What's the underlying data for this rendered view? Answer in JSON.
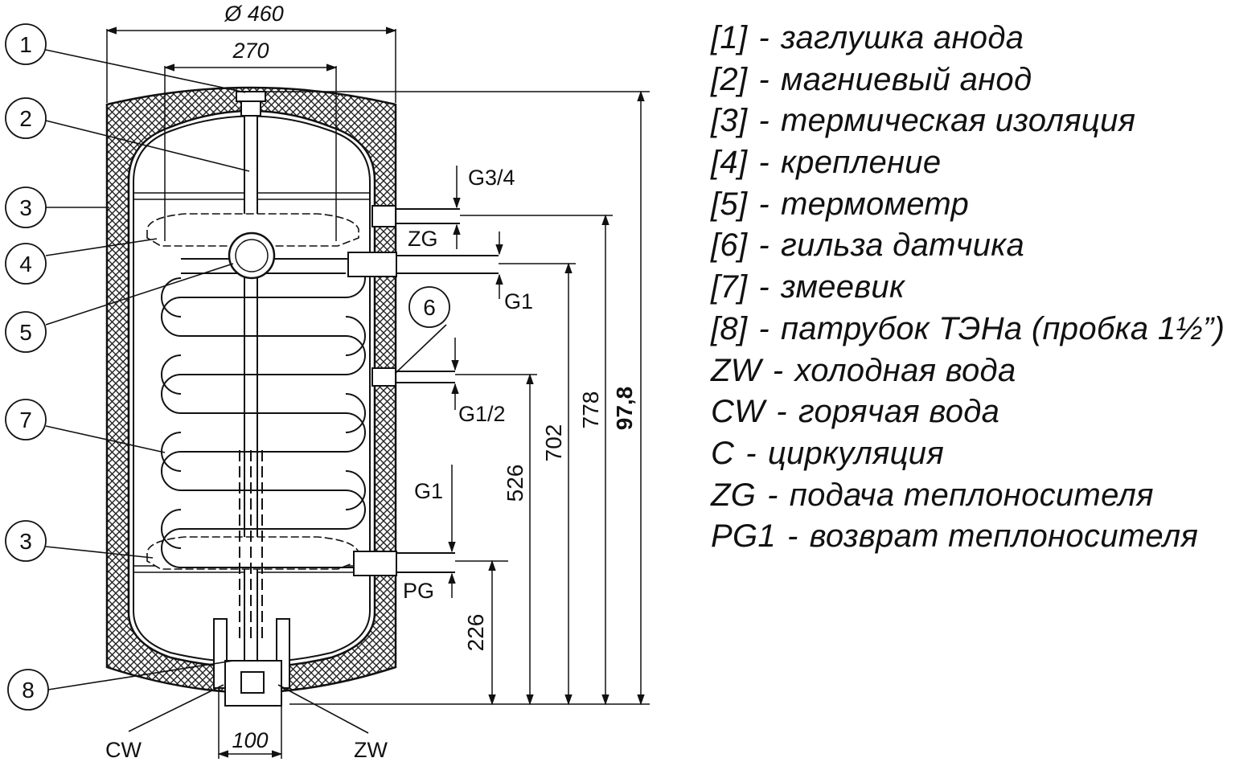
{
  "diagram": {
    "dimensions": {
      "outer_diameter": "Ø 460",
      "inner_width": "270",
      "total_height": "97,8",
      "h_778": "778",
      "h_702": "702",
      "h_526": "526",
      "h_226": "226",
      "bottom_width": "100"
    },
    "connections": {
      "g34": "G3/4",
      "zg": "ZG",
      "g1_upper": "G1",
      "g12": "G1/2",
      "g1_lower": "G1",
      "pg": "PG",
      "cw": "CW",
      "zw": "ZW"
    },
    "callouts": [
      "1",
      "2",
      "3",
      "4",
      "5",
      "6",
      "7",
      "3",
      "8"
    ]
  },
  "legend": [
    {
      "code": "[1]",
      "sep": "-",
      "text": "заглушка анода"
    },
    {
      "code": "[2]",
      "sep": "-",
      "text": "магниевый анод"
    },
    {
      "code": "[3]",
      "sep": "-",
      "text": "термическая изоляция"
    },
    {
      "code": "[4]",
      "sep": "-",
      "text": "крепление"
    },
    {
      "code": "[5]",
      "sep": "-",
      "text": "термометр"
    },
    {
      "code": "[6]",
      "sep": "-",
      "text": "гильза датчика"
    },
    {
      "code": "[7]",
      "sep": "-",
      "text": "змеевик"
    },
    {
      "code": "[8]",
      "sep": "-",
      "text": "патрубок ТЭНа (пробка 1½”)"
    },
    {
      "code": "ZW",
      "sep": "-",
      "text": "холодная вода"
    },
    {
      "code": "CW",
      "sep": "-",
      "text": "горячая вода"
    },
    {
      "code": "C",
      "sep": "-",
      "text": "циркуляция"
    },
    {
      "code": "ZG",
      "sep": "-",
      "text": "подача теплоносителя"
    },
    {
      "code": "PG1",
      "sep": "-",
      "text": "возврат теплоносителя"
    }
  ],
  "colors": {
    "line": "#111111",
    "insulation": "#222222",
    "background": "#ffffff"
  }
}
